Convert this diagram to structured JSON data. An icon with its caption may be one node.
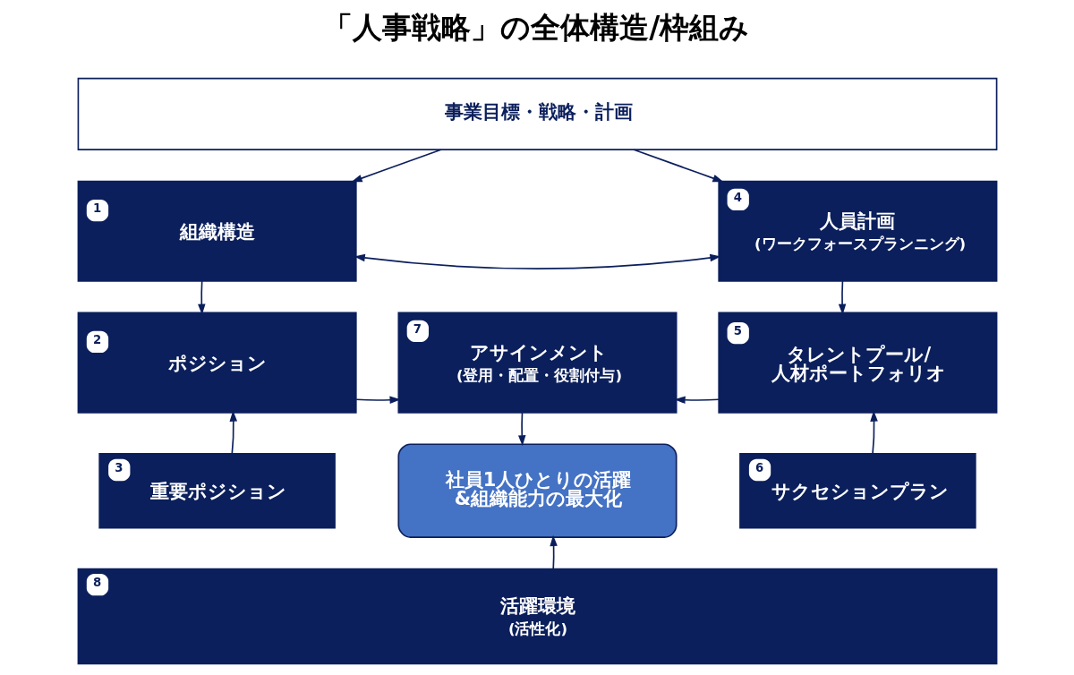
{
  "diagram": {
    "title": "「人事戦略」の全体構造/枠組み",
    "nodes": [
      {
        "text": [
          "事業目標・戦略・計画"
        ]
      },
      {
        "text": [
          "1",
          "組織構造"
        ]
      },
      {
        "text": [
          "2",
          "ポジション"
        ]
      },
      {
        "text": [
          "3",
          "重要ポジション"
        ]
      },
      {
        "text": [
          "4",
          "人員計画",
          "(ワークフォースプランニング)"
        ]
      },
      {
        "text": [
          "5",
          "タレントプール/人材ポートフォリオ"
        ]
      },
      {
        "text": [
          "6",
          "サクセションプラン"
        ]
      },
      {
        "text": [
          "7",
          "アサインメント",
          "(登用・配置・役割付与)"
        ]
      },
      {
        "text": [
          "社員1人ひとりの活躍&組織能力の最大化"
        ]
      },
      {
        "text": [
          "8",
          "活躍環境",
          "(活性化)"
        ]
      }
    ],
    "edges": [
      {
        "from": 0,
        "to": 1,
        "arrow": "to"
      },
      {
        "from": 0,
        "to": 4,
        "arrow": "to"
      },
      {
        "from": 1,
        "to": 4,
        "arrow": "both"
      },
      {
        "from": 1,
        "to": 2,
        "arrow": "to"
      },
      {
        "from": 4,
        "to": 5,
        "arrow": "to"
      },
      {
        "from": 2,
        "to": 7,
        "arrow": "to"
      },
      {
        "from": 5,
        "to": 7,
        "arrow": "to"
      },
      {
        "from": 3,
        "to": 2,
        "arrow": "to"
      },
      {
        "from": 6,
        "to": 5,
        "arrow": "to"
      },
      {
        "from": 7,
        "to": 8,
        "arrow": "to"
      },
      {
        "from": 9,
        "to": 8,
        "arrow": "to"
      }
    ]
  }
}
